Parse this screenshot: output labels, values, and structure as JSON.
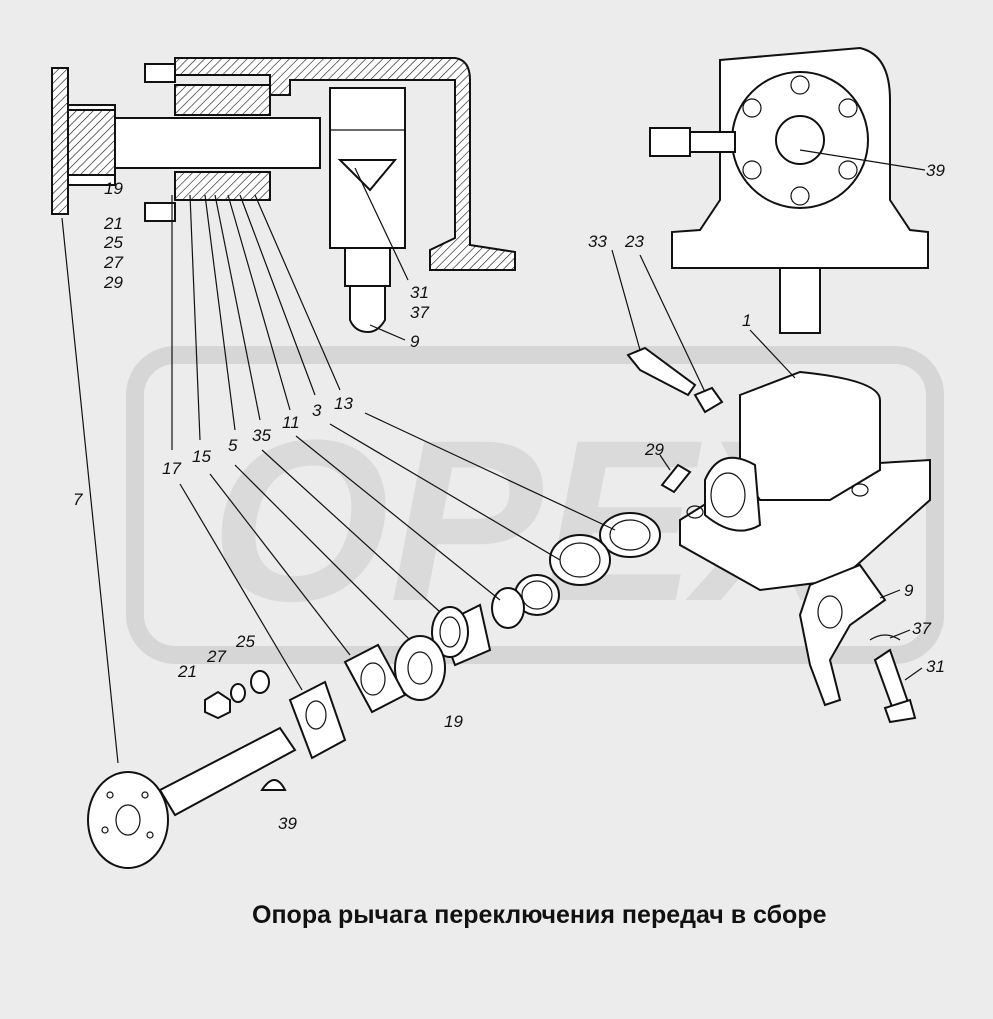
{
  "caption": "Опора рычага переключения передач в сборе",
  "watermark": "OPEX",
  "colors": {
    "background": "#ececec",
    "line": "#111111",
    "watermark": "#d9d9d9"
  },
  "labels": [
    {
      "id": "7-top",
      "text": "7"
    },
    {
      "id": "19-sec",
      "text": "19"
    },
    {
      "id": "21-sec",
      "text": "21"
    },
    {
      "id": "25-sec",
      "text": "25"
    },
    {
      "id": "27-sec",
      "text": "27"
    },
    {
      "id": "29-sec",
      "text": "29"
    },
    {
      "id": "31-sec",
      "text": "31"
    },
    {
      "id": "37-sec",
      "text": "37"
    },
    {
      "id": "9-sec",
      "text": "9"
    },
    {
      "id": "39-right",
      "text": "39"
    },
    {
      "id": "33-right",
      "text": "33"
    },
    {
      "id": "23-right",
      "text": "23"
    },
    {
      "id": "1-right",
      "text": "1"
    },
    {
      "id": "13-mid",
      "text": "13"
    },
    {
      "id": "3-mid",
      "text": "3"
    },
    {
      "id": "11-mid",
      "text": "11"
    },
    {
      "id": "35-mid",
      "text": "35"
    },
    {
      "id": "5-mid",
      "text": "5"
    },
    {
      "id": "15-mid",
      "text": "15"
    },
    {
      "id": "17-mid",
      "text": "17"
    },
    {
      "id": "7-mid",
      "text": "7"
    },
    {
      "id": "29-mid",
      "text": "29"
    },
    {
      "id": "9-exp",
      "text": "9"
    },
    {
      "id": "37-exp",
      "text": "37"
    },
    {
      "id": "31-exp",
      "text": "31"
    },
    {
      "id": "25-exp",
      "text": "25"
    },
    {
      "id": "27-exp",
      "text": "27"
    },
    {
      "id": "21-exp",
      "text": "21"
    },
    {
      "id": "19-exp",
      "text": "19"
    },
    {
      "id": "39-exp",
      "text": "39"
    }
  ]
}
